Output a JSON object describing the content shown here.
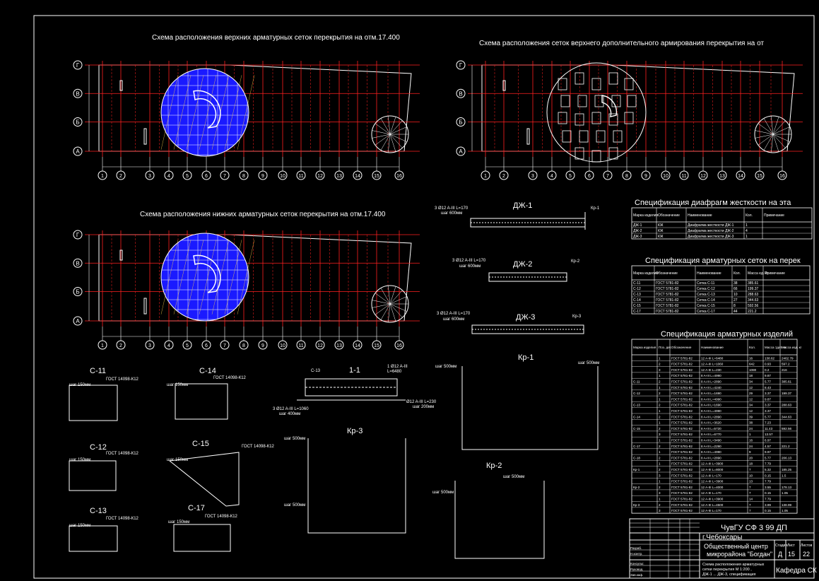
{
  "plans": {
    "top_upper": {
      "title": "Схема расположения верхних арматурных сеток перекрытия на отм.17.400"
    },
    "top_additional": {
      "title": "Схема расположения сеток верхнего дополнительного армирования перекрытия на от"
    },
    "bottom": {
      "title": "Схема расположения нижних арматурных сеток перекрытия на отм.17.400"
    },
    "axes_rows": [
      "Г",
      "В",
      "Б",
      "А"
    ],
    "axes_cols": [
      "1",
      "2",
      "3",
      "4",
      "5",
      "6",
      "7",
      "8",
      "9",
      "10",
      "11",
      "12",
      "13",
      "14",
      "15",
      "16"
    ]
  },
  "beams": {
    "dzh1": {
      "title": "ДЖ-1",
      "note1": "3 Ø12 A-III L=170",
      "note2": "шаг 600мм",
      "tag": "Кр-1"
    },
    "dzh2": {
      "title": "ДЖ-2",
      "note1": "3 Ø12 A-III L=170",
      "note2": "шаг 600мм",
      "tag": "Кр-2"
    },
    "dzh3": {
      "title": "ДЖ-3",
      "note1": "3 Ø12 A-III L=170",
      "note2": "шаг 600мм",
      "tag": "Кр-3"
    }
  },
  "section": {
    "title": "1-1",
    "notes": [
      "С-13",
      "1 Ø12 A-III",
      "L=6480",
      "3 Ø12 A-III L=1060",
      "шаг 400мм",
      "Ø12 A-III L=230",
      "шаг 200мм"
    ]
  },
  "meshes": [
    {
      "title": "С-11",
      "gost": "ГОСТ 14098-К12",
      "step": "шаг 150мм"
    },
    {
      "title": "С-14",
      "gost": "ГОСТ 14098-К12",
      "step": "шаг 150мм"
    },
    {
      "title": "С-12",
      "gost": "ГОСТ 14098-К12",
      "step": "шаг 150мм"
    },
    {
      "title": "С-15",
      "gost": "ГОСТ 14098-К12",
      "step": "шаг 150мм"
    },
    {
      "title": "С-13",
      "gost": "ГОСТ 14098-К12",
      "step": "шаг 150мм"
    },
    {
      "title": "С-17",
      "gost": "ГОСТ 14098-К12",
      "step": "шаг 150мм"
    }
  ],
  "frames": [
    {
      "title": "Кр-1",
      "step": "шаг 500мм"
    },
    {
      "title": "Кр-3",
      "step": "шаг 500мм"
    },
    {
      "title": "Кр-2",
      "step": "шаг 500мм"
    }
  ],
  "spec_diaphragms": {
    "title": "Спецификация диафрагм жесткости на эта",
    "headers": [
      "Марка изделия",
      "Обозначение",
      "Наименование",
      "Кол.",
      "Примечание"
    ],
    "rows": [
      [
        "ДЖ-1",
        "КЖ",
        "Диафрагма жесткости ДЖ-1",
        "1",
        ""
      ],
      [
        "ДЖ-2",
        "КЖ",
        "Диафрагма жесткости ДЖ-2",
        "4",
        ""
      ],
      [
        "ДЖ-3",
        "КЖ",
        "Диафрагма жесткости ДЖ-3",
        "1",
        ""
      ]
    ]
  },
  "spec_meshes": {
    "title": "Спецификация арматурных сеток на перек",
    "headers": [
      "Марка изделия",
      "Обозначение",
      "Наименование",
      "Кол.",
      "Масса ед. кг",
      "Примечание"
    ],
    "rows": [
      [
        "С-11",
        "ГОСТ 5781-82",
        "Сетка С-11",
        "38",
        "385.61",
        ""
      ],
      [
        "С-12",
        "ГОСТ 5781-82",
        "Сетка С-12",
        "66",
        "199.37",
        ""
      ],
      [
        "С-13",
        "ГОСТ 5781-82",
        "Сетка С-13",
        "10",
        "288.63",
        ""
      ],
      [
        "С-14",
        "ГОСТ 5781-82",
        "Сетка С-14",
        "27",
        "344.63",
        ""
      ],
      [
        "С-15",
        "ГОСТ 5781-82",
        "Сетка С-15",
        "8",
        "592.56",
        ""
      ],
      [
        "С-17",
        "ГОСТ 5781-82",
        "Сетка С-17",
        "44",
        "221.2",
        ""
      ]
    ]
  },
  "spec_items": {
    "title": "Спецификация арматурных изделий",
    "headers": [
      "Марка изделия",
      "Поз. дет.",
      "Обозначение",
      "Наименование",
      "Кол.",
      "Масса 1дет. кг",
      "Масса изд. кг"
    ],
    "rows": [
      [
        "",
        "1",
        "ГОСТ 5781-82",
        "12 A-III L=6480",
        "16",
        "138.62",
        "2462.79"
      ],
      [
        "",
        "2",
        "ГОСТ 5781-82",
        "12 A-III L=1060",
        "642",
        "0.93",
        "597.2"
      ],
      [
        "",
        "3",
        "ГОСТ 5781-82",
        "12 A-III L=230",
        "1080",
        "0.2",
        "216"
      ],
      [
        "",
        "1",
        "ГОСТ 5781-82",
        "8 A-III L=4990",
        "18",
        "9.87",
        ""
      ],
      [
        "С-11",
        "2",
        "ГОСТ 5781-82",
        "8 A-III L=2890",
        "34",
        "5.77",
        "385.61"
      ],
      [
        "",
        "1",
        "ГОСТ 5781-82",
        "8 A-III L=4240",
        "12",
        "8.43",
        ""
      ],
      [
        "С-12",
        "2",
        "ГОСТ 5781-82",
        "8 A-III L=1690",
        "29",
        "3.37",
        "199.37"
      ],
      [
        "",
        "1",
        "ГОСТ 5781-82",
        "8 A-III L=4990",
        "12",
        "9.87",
        ""
      ],
      [
        "С-13",
        "2",
        "ГОСТ 5781-82",
        "8 A-III L=1690",
        "34",
        "3.37",
        "288.63"
      ],
      [
        "",
        "1",
        "ГОСТ 5781-82",
        "8 A-III L=4990",
        "12",
        "3.37",
        ""
      ],
      [
        "С-14",
        "2",
        "ГОСТ 5781-82",
        "8 A-III L=2890",
        "39",
        "5.77",
        "344.63"
      ],
      [
        "",
        "1",
        "ГОСТ 5781-82",
        "8 A-III L=3620",
        "38",
        "7.23",
        ""
      ],
      [
        "С-15",
        "2",
        "ГОСТ 5781-82",
        "8 A-III L=5720",
        "24",
        "11.43",
        "592.56"
      ],
      [
        "",
        "3",
        "ГОСТ 5781-82",
        "8 A-III L=6770",
        "1",
        "13.57",
        ""
      ],
      [
        "",
        "1",
        "ГОСТ 5781-82",
        "8 A-III L=3490",
        "16",
        "6.97",
        ""
      ],
      [
        "С-17",
        "2",
        "ГОСТ 5781-82",
        "8 A-III L=2290",
        "24",
        "4.57",
        "221.2"
      ],
      [
        "",
        "1",
        "ГОСТ 5781-82",
        "8 A-III L=4990",
        "9",
        "9.97",
        ""
      ],
      [
        "С-18",
        "2",
        "ГОСТ 5781-82",
        "8 A-III L=2890",
        "20",
        "5.77",
        "206.13"
      ],
      [
        "",
        "1",
        "ГОСТ 5781-82",
        "12 A-III L=3900",
        "18",
        "7.79",
        ""
      ],
      [
        "Кр-1",
        "2",
        "ГОСТ 5781-82",
        "12 A-III L=8000",
        "7",
        "5.32",
        "185.25"
      ],
      [
        "",
        "3",
        "ГОСТ 5781-82",
        "12 A-III L=170",
        "10",
        "0.15",
        "1.5"
      ],
      [
        "",
        "1",
        "ГОСТ 5781-82",
        "12 A-III L=3900",
        "13",
        "7.79",
        ""
      ],
      [
        "Кр-2",
        "2",
        "ГОСТ 5781-82",
        "12 A-III L=4000",
        "7",
        "3.55",
        "178.13"
      ],
      [
        "",
        "3",
        "ГОСТ 5781-82",
        "12 A-III L=170",
        "7",
        "0.15",
        "1.05"
      ],
      [
        "",
        "1",
        "ГОСТ 5781-82",
        "12 A-III L=3900",
        "14",
        "7.79",
        ""
      ],
      [
        "Кр-3",
        "2",
        "ГОСТ 5781-82",
        "12 A-III L=4500",
        "7",
        "3.99",
        "138.99"
      ],
      [
        "",
        "3",
        "ГОСТ 5781-82",
        "12 A-III L=170",
        "7",
        "0.15",
        "1.05"
      ]
    ]
  },
  "title_block": {
    "code": "ЧувГУ СФ 3 99 ДП",
    "city": "г.Чебоксары",
    "project_line1": "Общественный центр",
    "project_line2": "микрорайона \"Богдан\"",
    "sheet_desc1": "Схема расположения арматурных",
    "sheet_desc2": "сетки перекрытия М 1:200 ,",
    "sheet_desc3": "ДЖ-1 ... ДЖ-3, спецификация",
    "stage_label": "Стадия",
    "sheet_label": "Лист",
    "sheets_label": "Листов",
    "stage": "Д",
    "sheet": "15",
    "sheets": "22",
    "department": "Кафедра СК",
    "people": [
      "Разраб.",
      "Н.контр.",
      "Консульт.",
      "Руковод.",
      "Зав.каф."
    ]
  },
  "colors": {
    "background": "#000000",
    "grid": "#ff2020",
    "outline": "#ffffff",
    "mesh_fill": "#1a1aff",
    "axis_line": "#ffffff"
  }
}
